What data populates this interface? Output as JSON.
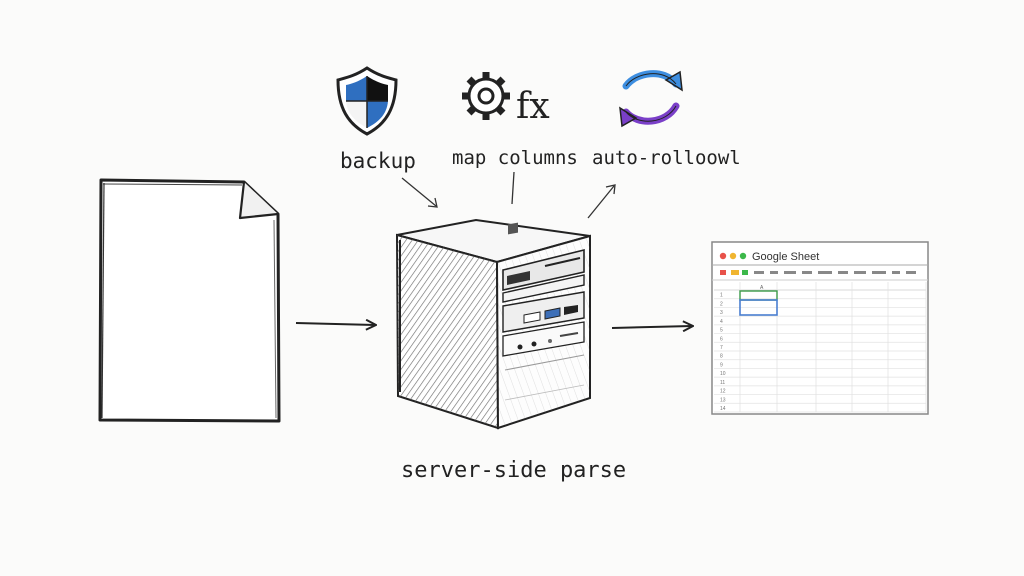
{
  "feature_labels": {
    "backup": "backup",
    "map_columns": "map columns",
    "auto_rollover": "auto-rolloowl",
    "fx_symbol": "fx"
  },
  "server_label": "server-side parse",
  "sheet": {
    "title": "Google Sheet",
    "column_header_sample": "A",
    "row_numbers": [
      "1",
      "2",
      "3",
      "4",
      "5",
      "6",
      "7",
      "8",
      "9",
      "10",
      "11",
      "12",
      "13",
      "14"
    ]
  },
  "icons": {
    "backup": "shield-icon",
    "map_columns": "gear-icon",
    "auto_rollover": "refresh-cycle-icon",
    "source_file": "document-icon",
    "server": "server-tower-icon",
    "output": "spreadsheet-window-icon"
  },
  "colors": {
    "shield_blue": "#2f6fc0",
    "cycle_blue": "#3d8ee0",
    "cycle_purple": "#7a3fc8",
    "sheet_green": "#3a9a48",
    "sheet_blue": "#4a7fd0",
    "traffic_red": "#e8524a",
    "traffic_yellow": "#f0b530",
    "traffic_green": "#3cb84a"
  }
}
